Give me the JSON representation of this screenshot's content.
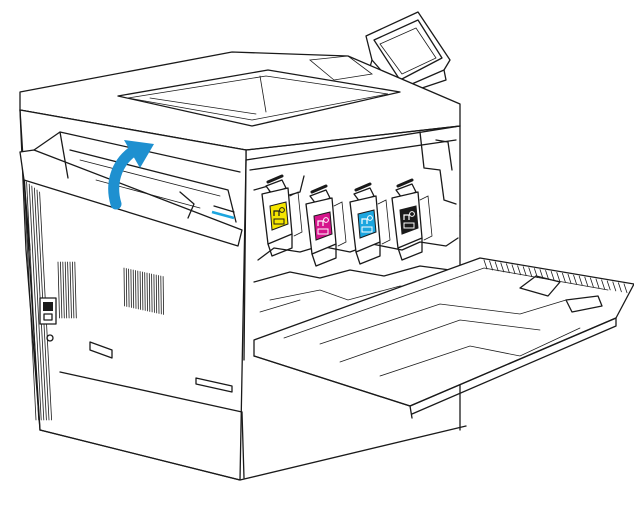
{
  "colors": {
    "arrow": "#1E90D0",
    "yellow": "#F5E600",
    "magenta": "#D6148C",
    "cyan": "#1CA6DF",
    "black": "#1A1A1A",
    "line": "#1A1A1A",
    "background": "#FFFFFF"
  },
  "cartridges": [
    {
      "color": "yellow"
    },
    {
      "color": "magenta"
    },
    {
      "color": "cyan"
    },
    {
      "color": "black"
    }
  ]
}
